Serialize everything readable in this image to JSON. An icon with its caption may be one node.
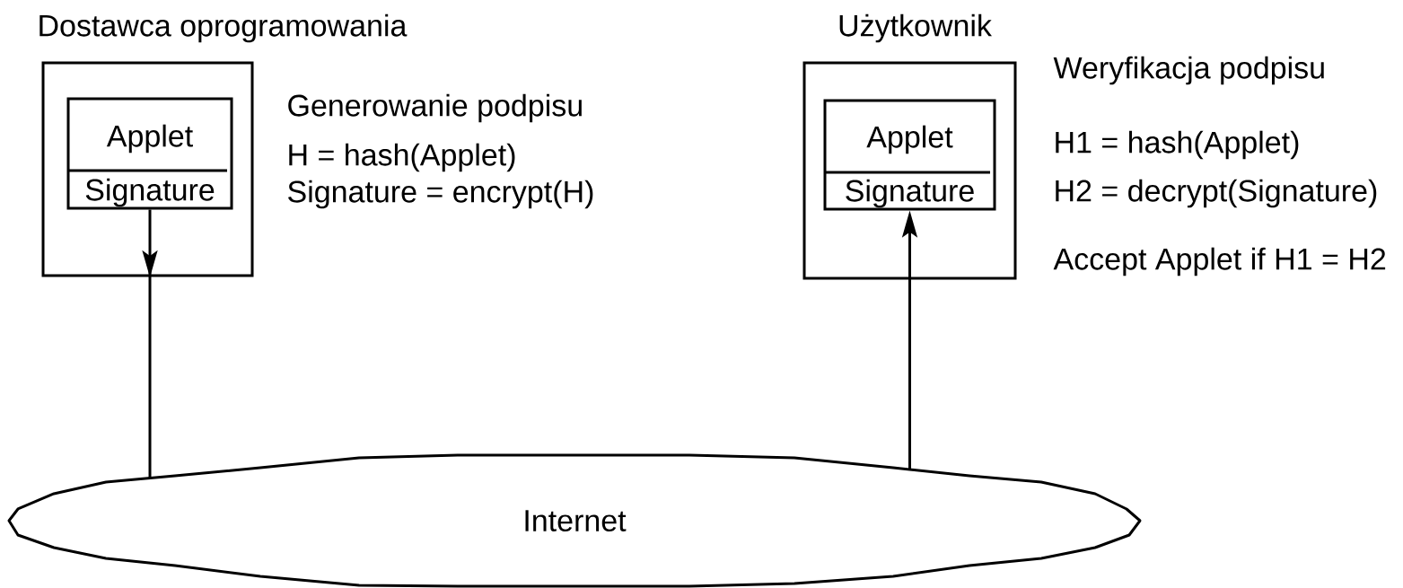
{
  "diagram": {
    "nodes": [
      {
        "text": [
          "Dostawca oprogramowania"
        ]
      },
      {
        "text": [
          "Applet",
          "Signature"
        ],
        "in": 0
      },
      {
        "text": [
          "Użytkownik"
        ]
      },
      {
        "text": [
          "Applet",
          "Signature"
        ],
        "in": 2
      },
      {
        "text": [
          "Internet"
        ]
      }
    ],
    "edges": [
      {
        "from": 1,
        "to": 4,
        "arrow": "to"
      },
      {
        "from": 4,
        "to": 3,
        "arrow": "to"
      }
    ],
    "labels": [
      "Generowanie podpisu",
      "H = hash(Applet)",
      "Signature = encrypt(H)",
      "Weryfikacja podpisu",
      "H1 = hash(Applet)",
      "H2 = decrypt(Signature)",
      "Accept Applet if H1 = H2"
    ]
  }
}
